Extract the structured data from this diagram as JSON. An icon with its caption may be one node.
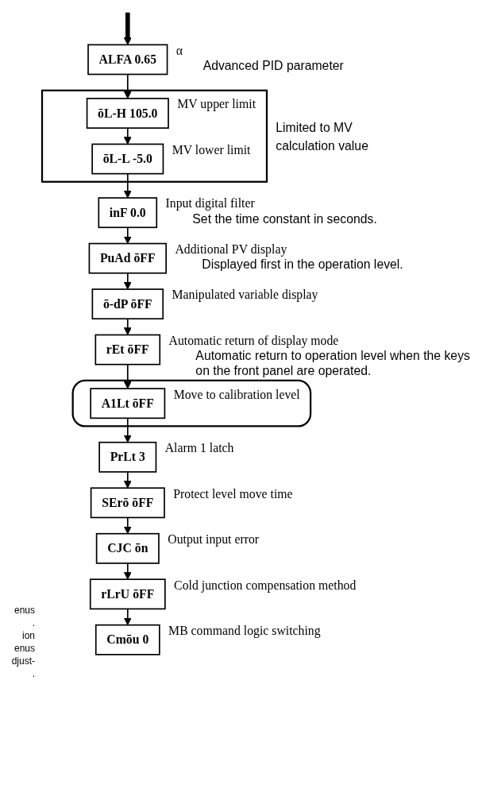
{
  "diagram": {
    "nodes": [
      {
        "text": [
          "ALFA",
          "0.65"
        ],
        "beside": [
          "α",
          "Advanced PID parameter"
        ]
      },
      {
        "text": [
          "Limited to MV calculation value"
        ]
      },
      {
        "text": [
          "ōL-H",
          "105.0"
        ],
        "in": 1,
        "beside": [
          "MV upper limit"
        ]
      },
      {
        "text": [
          "ōL-L",
          "-5.0"
        ],
        "in": 1,
        "beside": [
          "MV lower limit"
        ]
      },
      {
        "text": [
          "inF",
          "0.0"
        ],
        "beside": [
          "Input digital filter",
          "Set the time constant in seconds."
        ]
      },
      {
        "text": [
          "PuAd",
          "ōFF"
        ],
        "beside": [
          "Additional PV display",
          "Displayed first in the operation level."
        ]
      },
      {
        "text": [
          "ō-dP",
          "ōFF"
        ],
        "beside": [
          "Manipulated variable display"
        ]
      },
      {
        "text": [
          "rEt",
          "ōFF"
        ],
        "beside": [
          "Automatic return of display mode",
          "Automatic return to operation level when the keys on the front panel are operated."
        ]
      },
      {
        "text": [],
        "shape": "box"
      },
      {
        "text": [
          "A1Lt",
          "ōFF"
        ],
        "in": 8,
        "beside": [
          "Move to calibration level"
        ]
      },
      {
        "text": [
          "PrLt",
          "3"
        ],
        "beside": [
          "Alarm 1 latch"
        ]
      },
      {
        "text": [
          "SErō",
          "ōFF"
        ],
        "beside": [
          "Protect level move time"
        ]
      },
      {
        "text": [
          "CJC",
          "ōn"
        ],
        "beside": [
          "Output input error"
        ]
      },
      {
        "text": [
          "rLrU",
          "ōFF"
        ],
        "beside": [
          "Cold junction compensation method"
        ]
      },
      {
        "text": [
          "Cmōu",
          "0"
        ],
        "beside": [
          "MB command logic switching"
        ]
      }
    ],
    "edges": [
      {
        "from": null,
        "to": 0,
        "arrow": "to",
        "style": "thick"
      },
      {
        "from": 0,
        "to": 2,
        "arrow": "to"
      },
      {
        "from": 2,
        "to": 3,
        "arrow": "to"
      },
      {
        "from": 3,
        "to": 4,
        "arrow": "to"
      },
      {
        "from": 4,
        "to": 5,
        "arrow": "to"
      },
      {
        "from": 5,
        "to": 6,
        "arrow": "to"
      },
      {
        "from": 6,
        "to": 7,
        "arrow": "to"
      },
      {
        "from": 7,
        "to": 9,
        "arrow": "to"
      },
      {
        "from": 9,
        "to": 10,
        "arrow": "to"
      },
      {
        "from": 10,
        "to": 11,
        "arrow": "to"
      },
      {
        "from": 11,
        "to": 12,
        "arrow": "to"
      },
      {
        "from": 12,
        "to": 13,
        "arrow": "to"
      },
      {
        "from": 13,
        "to": 14,
        "arrow": "to"
      }
    ],
    "labels": [
      "enus",
      ".",
      "ion",
      "enus",
      "djust-",
      "."
    ]
  }
}
